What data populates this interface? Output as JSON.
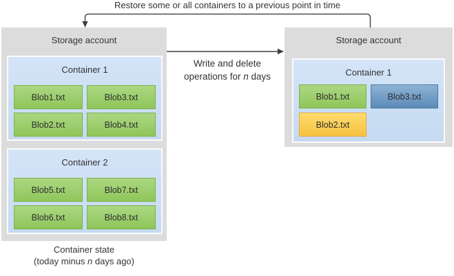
{
  "palette": {
    "storage_box_gray": "#dcdcdc",
    "container_blue": "#cde0f5",
    "blob_green": "#9ccf68",
    "blob_restored_blue": "#6f9cc6",
    "blob_changed_yellow": "#fbcf4f",
    "arrow_line": "#454545",
    "text": "#333333"
  },
  "restore_flow": {
    "label": "Restore some or all containers to a previous point in time"
  },
  "write_delete_flow": {
    "line1": "Write and delete",
    "line2_prefix": "operations for ",
    "line2_emphasis": "n",
    "line2_suffix": " days"
  },
  "left_storage": {
    "title": "Storage account",
    "containers": [
      {
        "title": "Container 1",
        "blobs": [
          {
            "label": "Blob1.txt",
            "state": "green"
          },
          {
            "label": "Blob3.txt",
            "state": "green"
          },
          {
            "label": "Blob2.txt",
            "state": "green"
          },
          {
            "label": "Blob4.txt",
            "state": "green"
          }
        ]
      },
      {
        "title": "Container 2",
        "blobs": [
          {
            "label": "Blob5.txt",
            "state": "green"
          },
          {
            "label": "Blob7.txt",
            "state": "green"
          },
          {
            "label": "Blob6.txt",
            "state": "green"
          },
          {
            "label": "Blob8.txt",
            "state": "green"
          }
        ]
      }
    ],
    "caption": {
      "line1": "Container state",
      "line2_prefix": "(today minus ",
      "line2_emphasis": "n",
      "line2_suffix": " days ago)"
    }
  },
  "right_storage": {
    "title": "Storage account",
    "containers": [
      {
        "title": "Container 1",
        "blobs": [
          {
            "label": "Blob1.txt",
            "state": "green"
          },
          {
            "label": "Blob3.txt",
            "state": "blue"
          },
          {
            "label": "Blob2.txt",
            "state": "yellow"
          }
        ]
      }
    ]
  }
}
